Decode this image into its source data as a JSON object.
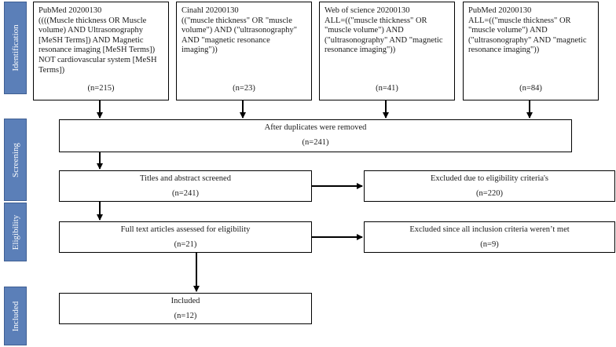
{
  "stages": {
    "identification": "Identification",
    "screening": "Screening",
    "eligibility": "Eligibility",
    "included": "Included"
  },
  "sources": [
    {
      "title": "PubMed 20200130",
      "query": "((((Muscle thickness OR Muscle volume) AND Ultrasonography [MeSH Terms]) AND Magnetic resonance imaging [MeSH Terms]) NOT cardiovascular system [MeSH Terms])",
      "n": "(n=215)"
    },
    {
      "title": "Cinahl 20200130",
      "query": "((\"muscle thickness\" OR \"muscle volume\") AND (\"ultrasonography\" AND \"magnetic resonance imaging\"))",
      "n": "(n=23)"
    },
    {
      "title": "Web of science 20200130",
      "query": "ALL=((\"muscle thickness\" OR \"muscle volume\") AND (\"ultrasonography\" AND \"magnetic resonance imaging\"))",
      "n": "(n=41)"
    },
    {
      "title": "PubMed 20200130",
      "query": "ALL=((\"muscle thickness\" OR \"muscle volume\") AND (\"ultrasonography\" AND \"magnetic resonance imaging\"))",
      "n": "(n=84)"
    }
  ],
  "duplicates": {
    "label": "After duplicates were removed",
    "n": "(n=241)"
  },
  "titles": {
    "label": "Titles and abstract screened",
    "n": "(n=241)"
  },
  "excluded_eligibility": {
    "label": "Excluded due to eligibility criteria's",
    "n": "(n=220)"
  },
  "fulltext": {
    "label": "Full text articles assessed for eligibility",
    "n": "(n=21)"
  },
  "excluded_inclusion": {
    "label": "Excluded since all inclusion criteria weren’t met",
    "n": "(n=9)"
  },
  "included": {
    "label": "Included",
    "n": "(n=12)"
  }
}
